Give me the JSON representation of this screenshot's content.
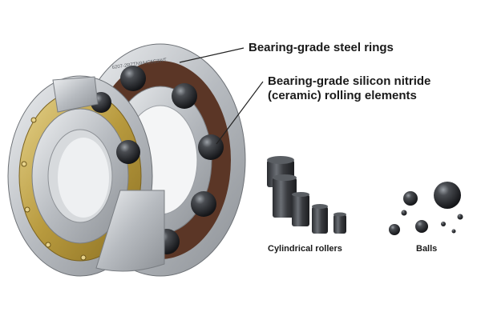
{
  "callouts": {
    "steel_rings": "Bearing-grade steel rings",
    "ceramic_line1": "Bearing-grade silicon nitride",
    "ceramic_line2": "(ceramic) rolling elements"
  },
  "captions": {
    "rollers": "Cylindrical rollers",
    "balls": "Balls"
  },
  "bearing_marking": "6207-2RZTN9/HC5C3WT",
  "colors": {
    "steel": "#c9ccd0",
    "brass_cage": "#b89a3e",
    "brown_cage": "#6a3f2a",
    "ceramic": "#2b2d30",
    "callout_line": "#222222"
  }
}
